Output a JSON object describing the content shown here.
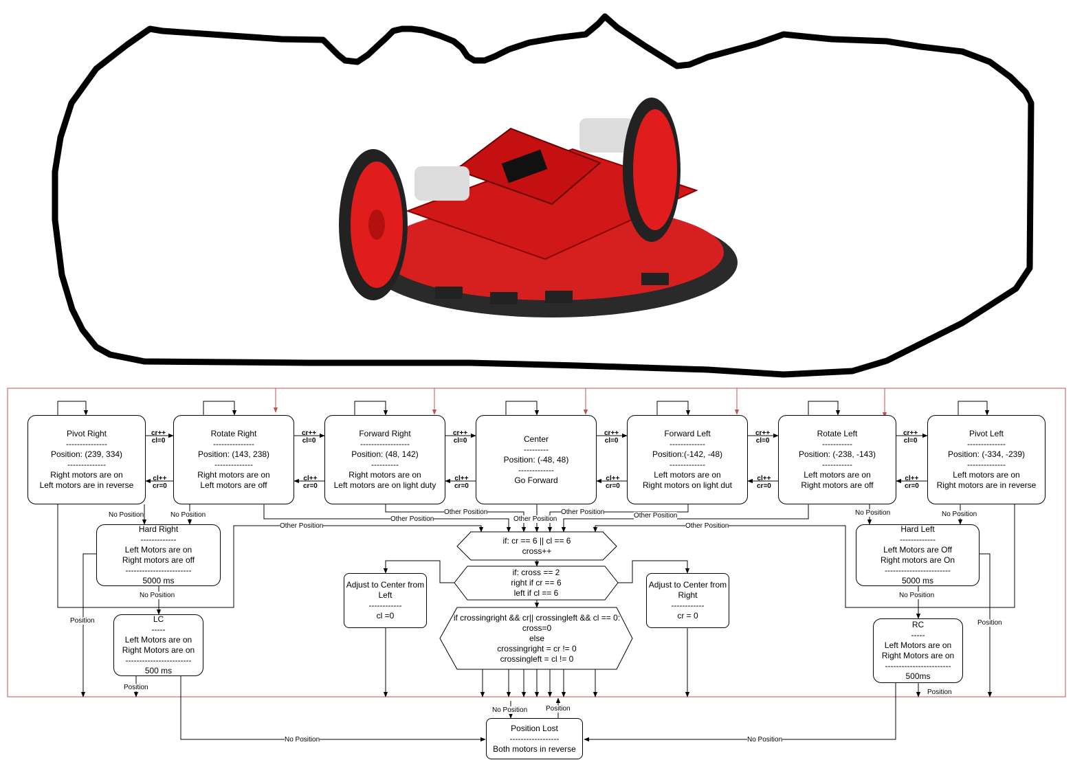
{
  "photo": {
    "description_icon": "robot-kit-photo"
  },
  "nodes": {
    "pivot_right": [
      "Pivot Right",
      "---------------",
      "Position: (239, 334)",
      "--------------",
      "Right motors are on",
      "Left motors are in reverse"
    ],
    "rotate_right": [
      "Rotate Right",
      "---------------",
      "Position: (143, 238)",
      "--------------",
      "Right motors are on",
      "Left motors are off"
    ],
    "forward_right": [
      "Forward Right",
      "------------------",
      "Position: (48, 142)",
      "----------",
      "Right motors are on",
      "Left motors are on light duty"
    ],
    "center": [
      "Center",
      "---------",
      "Position: (-48, 48)",
      "-------------",
      "Go Forward"
    ],
    "forward_left": [
      "Forward Left",
      "-------------",
      "Position:(-142, -48)",
      "-------------",
      "Left motors are on",
      "Right motors on light dut"
    ],
    "rotate_left": [
      "Rotate Left",
      "-----------",
      "Position: (-238, -143)",
      "-----------",
      "Left motors are on",
      "Right motors are off"
    ],
    "pivot_left": [
      "Pivot Left",
      "--------------",
      "Position: (-334, -239)",
      "--------------",
      "Left motors are on",
      "Right motors are in reverse"
    ],
    "hard_right": [
      "Hard Right",
      "-------------",
      "Left Motors are on",
      "Right motors are off",
      "------------------------",
      "5000 ms"
    ],
    "hard_left": [
      "Hard Left",
      "-------------",
      "Left Motors are Off",
      "Right motors are On",
      "------------------------",
      "5000 ms"
    ],
    "lc": [
      "LC",
      "-----",
      "Left Motors are on",
      "Right Motors are on",
      "------------------------",
      "500 ms"
    ],
    "rc": [
      "RC",
      "-----",
      "Left Motors are on",
      "Right Motors are on",
      "------------------------",
      "500ms"
    ],
    "adjust_left": [
      "Adjust to Center from",
      "Left",
      "------------",
      "cl =0"
    ],
    "adjust_right": [
      "Adjust to Center from",
      "Right",
      "------------",
      "cr = 0"
    ],
    "hex_cross": [
      "if: cr == 6 || cl == 6",
      "cross++"
    ],
    "hex_dir": [
      "if: cross == 2",
      "right if cr == 6",
      "left if cl == 6"
    ],
    "hex_reset": [
      "if crossingright && cr|| crossingleft && cl == 0:",
      "cross=0",
      "else",
      "crossingright = cr != 0",
      "crossingleft = cl != 0"
    ],
    "position_lost": [
      "Position Lost",
      "------------------",
      "Both motors in reverse"
    ]
  },
  "edge_labels": {
    "cr_inc": [
      "cr++",
      "cl=0"
    ],
    "cl_inc": [
      "cl++",
      "cr=0"
    ],
    "no_position": "No Position",
    "other_position": "Other Position",
    "position": "Position"
  }
}
